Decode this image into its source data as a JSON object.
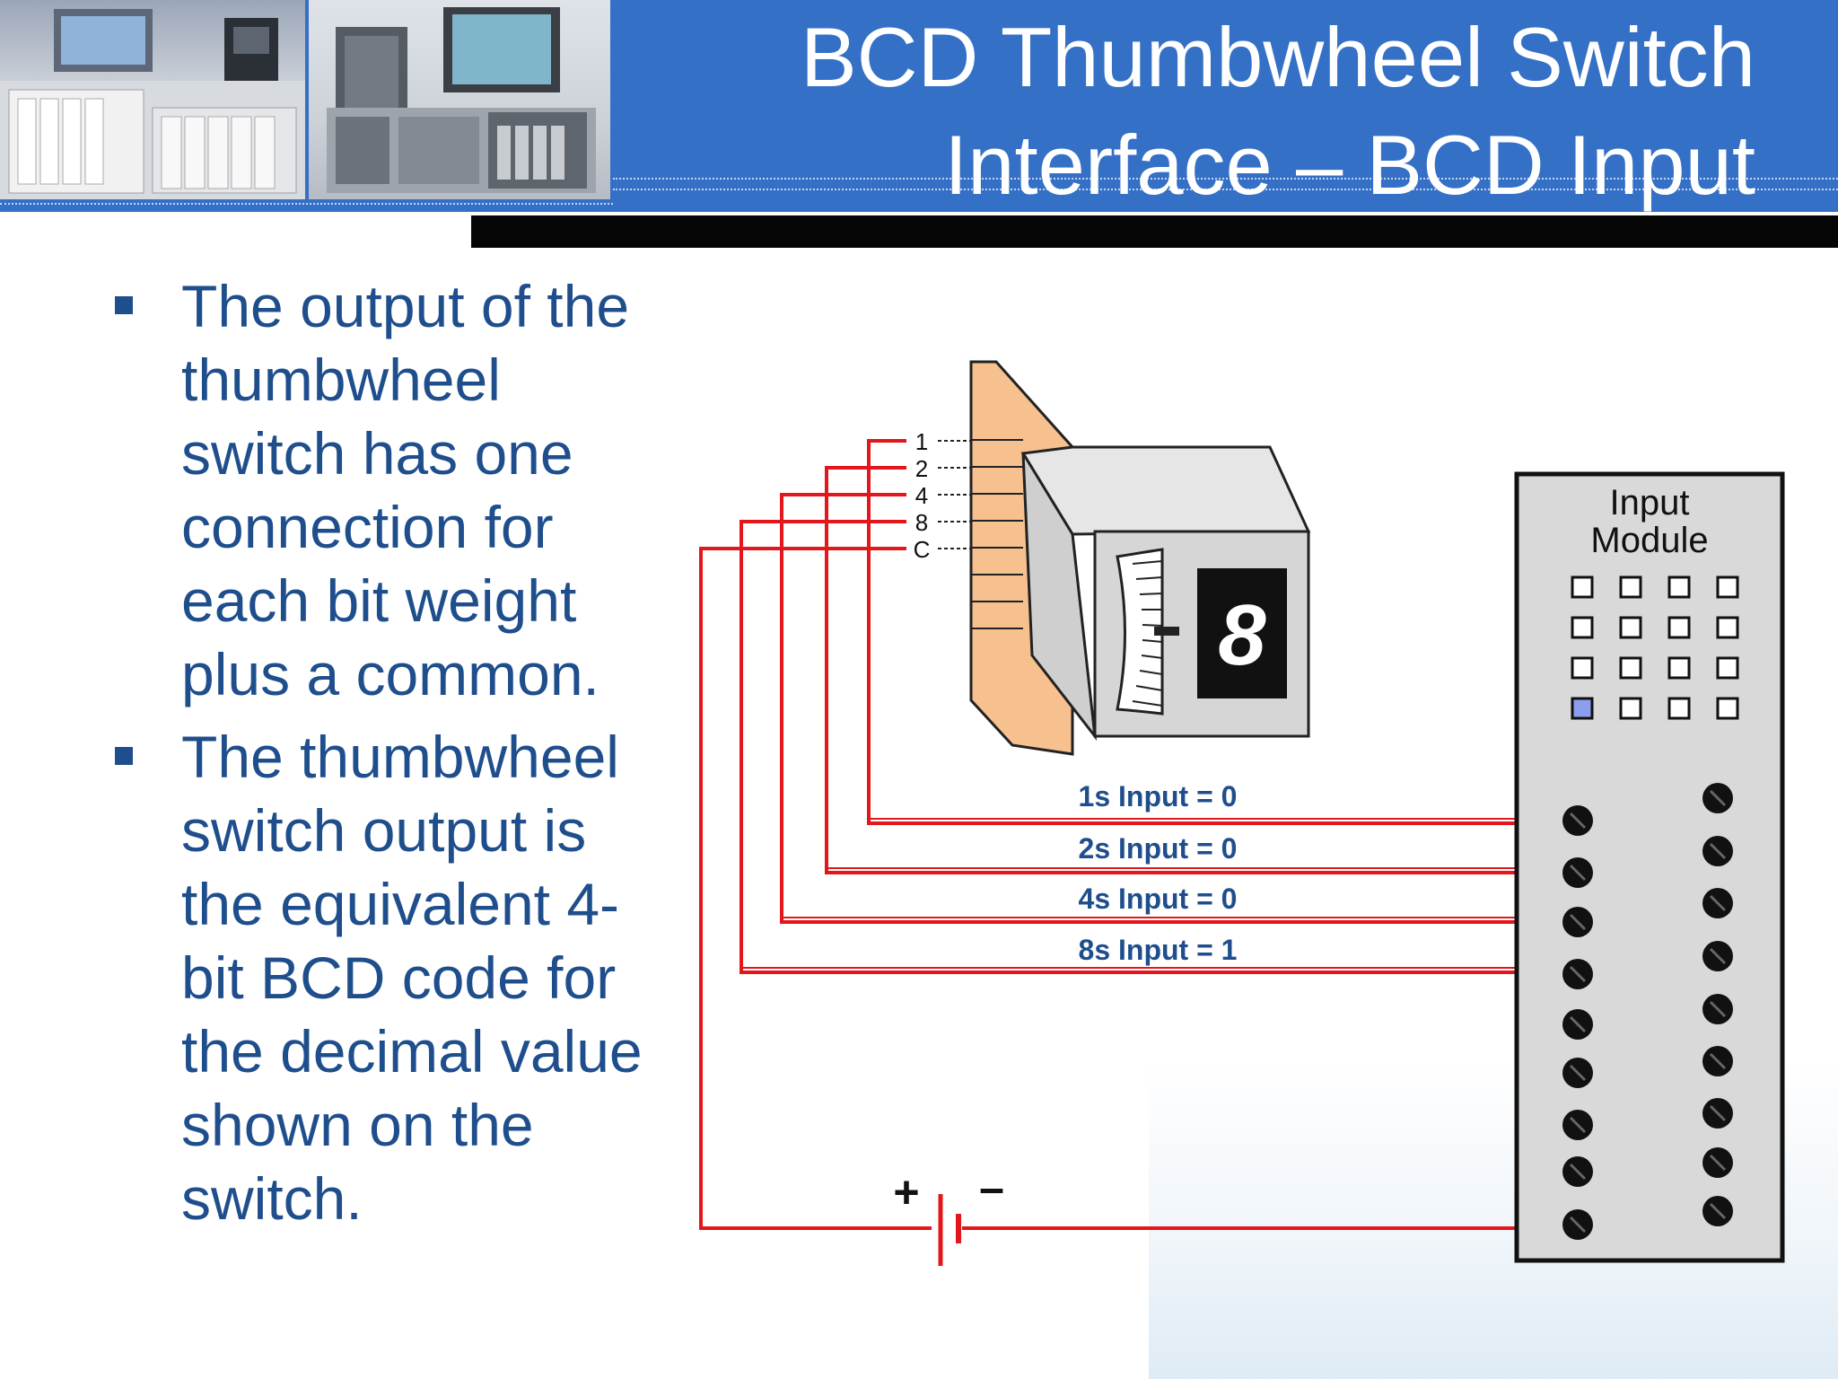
{
  "slide": {
    "title_line1": "BCD Thumbwheel Switch",
    "title_line2": "Interface – BCD Input"
  },
  "bullets": [
    {
      "text": "The output of the thumbwheel switch has one connection for each bit weight plus a common."
    },
    {
      "text": "The thumbwheel switch output is the equivalent 4-bit BCD code for the decimal value shown on the switch."
    }
  ],
  "diagram": {
    "switch_terminal_labels": [
      "1",
      "2",
      "4",
      "8",
      "C"
    ],
    "switch_digit": "8",
    "module_title_line1": "Input",
    "module_title_line2": "Module",
    "input_labels": [
      "1s Input = 0",
      "2s Input = 0",
      "4s Input = 0",
      "8s Input = 1"
    ],
    "battery_plus": "+",
    "battery_minus": "–",
    "led_states": [
      [
        false,
        false,
        false,
        false
      ],
      [
        false,
        false,
        false,
        false
      ],
      [
        false,
        false,
        false,
        false
      ],
      [
        true,
        false,
        false,
        false
      ]
    ],
    "colors": {
      "wire": "#e3171b",
      "header": "#3470c6",
      "led_on": "#8d9ef0",
      "text": "#1f4e8c"
    }
  }
}
